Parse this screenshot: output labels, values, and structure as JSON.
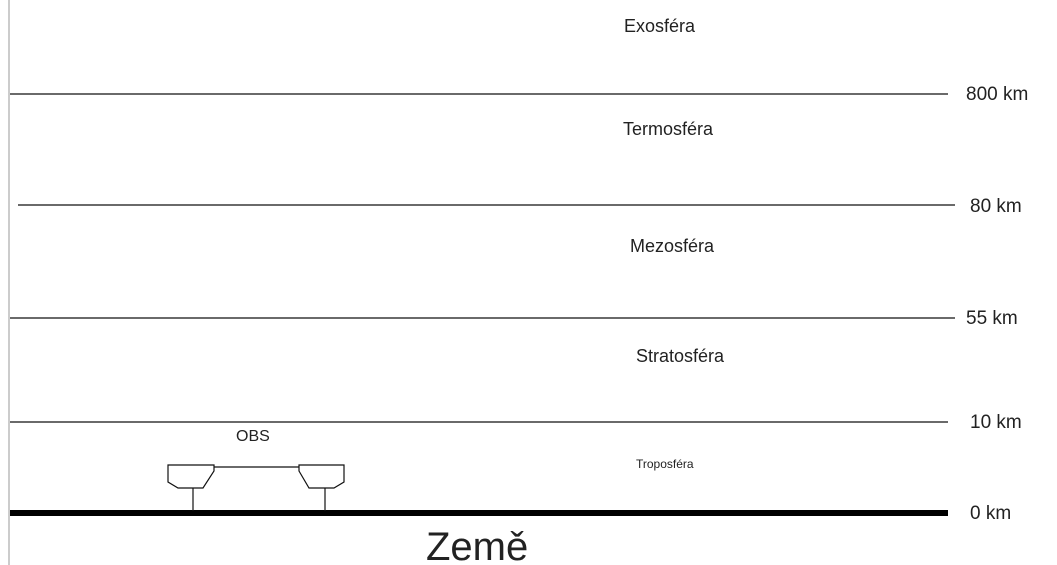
{
  "diagram": {
    "layers": [
      {
        "name": "Exosféra"
      },
      {
        "name": "Termosféra"
      },
      {
        "name": "Mezosféra"
      },
      {
        "name": "Stratosféra"
      },
      {
        "name": "Troposféra"
      }
    ],
    "boundaries": [
      {
        "label": "800 km"
      },
      {
        "label": "80 km"
      },
      {
        "label": "55 km"
      },
      {
        "label": "10 km"
      },
      {
        "label": "0 km"
      }
    ],
    "observatory_label": "OBS",
    "ground_label": "Země"
  }
}
